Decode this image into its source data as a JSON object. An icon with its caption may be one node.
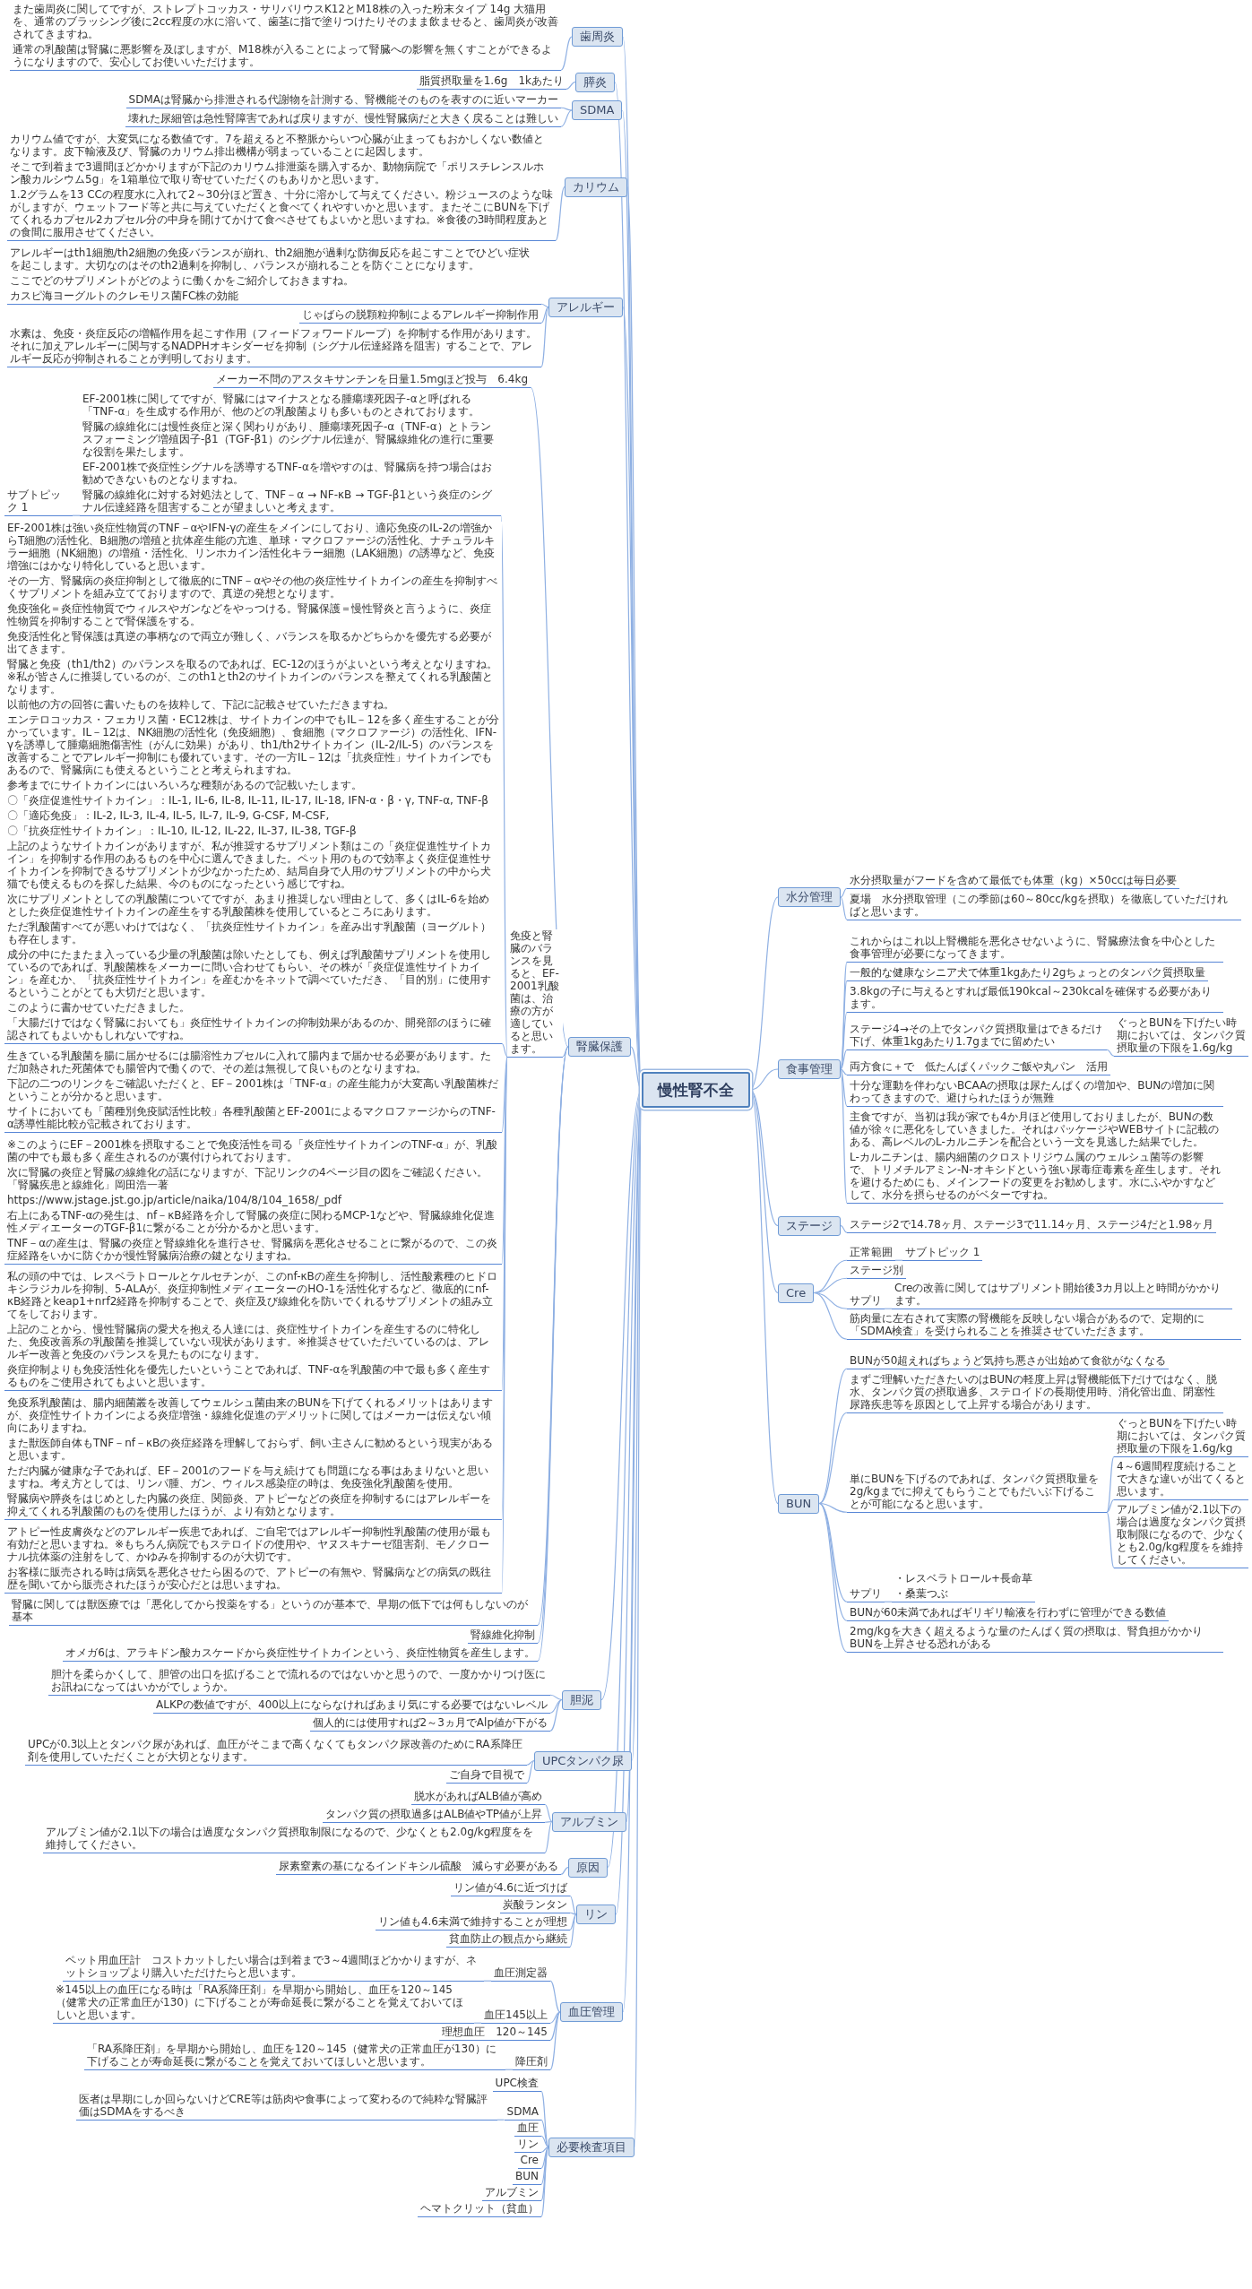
{
  "diagram": {
    "nodes": [
      {
        "text": [
          "慢性腎不全"
        ]
      },
      {
        "text": [
          "歯周炎"
        ]
      },
      {
        "text": [
          "また歯周炎に関してですが、ストレプトコッカス・サリバリウスK12とM18株の入った粉末タイプ 14g 大猫用を、通常のブラッシング後に2cc程度の水に溶いて、歯茎に指で塗りつけたりそのまま飲ませると、歯周炎が改善されてきますね。",
          "通常の乳酸菌は腎臓に悪影響を及ぼしますが、M18株が入ることによって腎臓への影響を無くすことができるようになりますので、安心してお使いいただけます。"
        ]
      },
      {
        "text": [
          "膵炎"
        ]
      },
      {
        "text": [
          "脂質摂取量を1.6g　1kあたり"
        ]
      },
      {
        "text": [
          "SDMA"
        ]
      },
      {
        "text": [
          "SDMAは腎臓から排泄される代謝物を計測する、腎機能そのものを表すのに近いマーカー"
        ]
      },
      {
        "text": [
          "壊れた尿細管は急性腎障害であれば戻りますが、慢性腎臓病だと大きく戻ることは難しい"
        ]
      },
      {
        "text": [
          "カリウム"
        ]
      },
      {
        "text": [
          "カリウム値ですが、大変気になる数値です。7を超えると不整脈からいつ心臓が止まってもおかしくない数値となります。皮下輸液及び、腎臓のカリウム排出機構が弱まっていることに起因します。",
          "そこで到着まで3週間ほどかかりますが下記のカリウム排泄薬を購入するか、動物病院で「ポリスチレンスルホン酸カルシウム5g」を1箱単位で取り寄せていただくのもありかと思います。",
          "1.2グラムを13 CCの程度水に入れて2～30分ほど置き、十分に溶かして与えてください。粉ジュースのような味がしますが、ウェットフード等と共に与えていただくと食べてくれやすいかと思います。またそこにBUNを下げてくれるカプセル2カプセル分の中身を開けてかけて食べさせてもよいかと思いますね。※食後の3時間程度あとの食間に服用させてください。"
        ]
      },
      {
        "text": [
          "アレルギー"
        ]
      },
      {
        "text": [
          "アレルギーはth1細胞/th2細胞の免疫バランスが崩れ、th2細胞が過剰な防御反応を起こすことでひどい症状を起こします。大切なのはそのth2過剰を抑制し、バランスが崩れることを防ぐことになります。",
          "ここでどのサプリメントがどのように働くかをご紹介しておきますね。",
          "カスピ海ヨーグルトのクレモリス菌FC株の効能"
        ]
      },
      {
        "text": [
          "じゃばらの脱顆粒抑制によるアレルギー抑制作用"
        ]
      },
      {
        "text": [
          "水素は、免疫・炎症反応の増幅作用を起こす作用（フィードフォワードループ）を抑制する作用があります。それに加えアレルギーに関与するNADPHオキシダーゼを抑制（シグナル伝達経路を阻害）することで、アレルギー反応が抑制されることが判明しております。"
        ]
      },
      {
        "text": [
          "腎臓保護"
        ]
      },
      {
        "text": [
          "メーカー不問のアスタキサンチンを日量1.5mgほど投与　6.4kg"
        ]
      },
      {
        "text": [
          "免疫と腎臓のバランスを見ると、EF-2001乳酸菌は、治療の方が適していると思います。"
        ]
      },
      {
        "text": [
          "EF-2001株に関してですが、腎臓にはマイナスとなる腫瘍壊死因子-αと呼ばれる「TNF-α」を生成する作用が、他のどの乳酸菌よりも多いものとされております。",
          "腎臓の線維化には慢性炎症と深く関わりがあり、腫瘍壊死因子-α（TNF-α）とトランスフォーミング増殖因子-β1（TGF-β1）のシグナル伝達が、腎臓線維化の進行に重要な役割を果たします。",
          "EF-2001株で炎症性シグナルを誘導するTNF-αを増やすのは、腎臓病を持つ場合はお勧めできないものとなりますね。",
          "腎臓の線維化に対する対処法として、TNF－α → NF-κB → TGF-β1という炎症のシグナル伝達経路を阻害することが望ましいと考えます。"
        ]
      },
      {
        "text": [
          "EF-2001株は強い炎症性物質のTNF－αやIFN-γの産生をメインにしており、適応免疫のIL-2の増強からT細胞の活性化、B細胞の増殖と抗体産生能の亢進、単球・マクロファージの活性化、ナチュラルキラー細胞（NK細胞）の増殖・活性化、リンホカイン活性化キラー細胞（LAK細胞）の誘導など、免疫増強にはかなり特化していると思います。",
          "その一方、腎臓病の炎症抑制として徹底的にTNF－αやその他の炎症性サイトカインの産生を抑制すべくサプリメントを組み立てておりますので、真逆の発想となります。",
          "免疫強化＝炎症性物質でウィルスやガンなどをやっつける。腎臓保護＝慢性腎炎と言うように、炎症性物質を抑制することで腎保護をする。",
          "免疫活性化と腎保護は真逆の事柄なので両立が難しく、バランスを取るかどちらかを優先する必要が出てきます。",
          "腎臓と免疫（th1/th2）のバランスを取るのであれば、EC-12のほうがよいという考えとなりますね。※私が皆さんに推奨しているのが、このth1とth2のサイトカインのバランスを整えてくれる乳酸菌となります。",
          "以前他の方の回答に書いたものを抜粋して、下記に記載させていただきますね。",
          "エンテロコッカス・フェカリス菌・EC12株は、サイトカインの中でもIL－12を多く産生することが分かっています。IL－12は、NK細胞の活性化（免疫細胞）、食細胞（マクロファージ）の活性化、IFN-γを誘導して腫瘍細胞傷害性（がんに効果）があり、th1/th2サイトカイン（IL-2/IL-5）のバランスを改善することでアレルギー抑制にも優れています。その一方IL－12は「抗炎症性」サイトカインでもあるので、腎臓病にも使えるということと考えられますね。",
          "参考までにサイトカインにはいろいろな種類があるので記載いたします。",
          "〇「炎症促進性サイトカイン」：IL-1, IL-6, IL-8, IL-11, IL-17, IL-18, IFN-α・β・γ, TNF-α, TNF-β",
          "〇「適応免疫」：IL-2, IL-3, IL-4, IL-5, IL-7, IL-9, G-CSF, M-CSF,",
          "〇「抗炎症性サイトカイン」：IL-10, IL-12, IL-22, IL-37, IL-38, TGF-β",
          "上記のようなサイトカインがありますが、私が推奨するサプリメント類はこの「炎症促進性サイトカイン」を抑制する作用のあるものを中心に選んできました。ペット用のもので効率よく炎症促進性サイトカインを抑制できるサプリメントが少なかったため、結局自身で人用のサプリメントの中から犬猫でも使えるものを探した結果、今のものになったという感じですね。",
          "次にサプリメントとしての乳酸菌についてですが、あまり推奨しない理由として、多くはIL-6を始めとした炎症促進性サイトカインの産生をする乳酸菌株を使用しているところにあります。",
          "ただ乳酸菌すべてが悪いわけではなく、「抗炎症性サイトカイン」を産み出す乳酸菌（ヨーグルト）も存在します。",
          "成分の中にたまたま入っている少量の乳酸菌は除いたとしても、例えば乳酸菌サプリメントを使用しているのであれば、乳酸菌株をメーカーに問い合わせてもらい、その株が「炎症促進性サイトカイン」を産むか、「抗炎症性サイトカイン」を産むかをネットで調べていただき、「目的別」に使用するということがとても大切だと思います。",
          "このように書かせていただきました。",
          "「大腸だけではなく腎臓においても」炎症性サイトカインの抑制効果があるのか、開発部のほうに確認されてもよいかもしれないですね。"
        ]
      },
      {
        "text": [
          "生きている乳酸菌を腸に届かせるには腸溶性カプセルに入れて腸内まで届かせる必要があります。ただ加熱された死菌体でも腸管内で働くので、その差は無視して良いものとなりますね。",
          "下記の二つのリンクをご確認いただくと、EF－2001株は「TNF-α」の産生能力が大変高い乳酸菌株だということが分かると思います。",
          "サイトにおいても「菌種別免疫賦活性比較」各種乳酸菌とEF-2001によるマクロファージからのTNF-α誘導性能比較が記載されております。"
        ]
      },
      {
        "text": [
          "※このようにEF－2001株を摂取することで免疫活性を司る「炎症性サイトカインのTNF-α」が、乳酸菌の中でも最も多く産生されるのが裏付けられております。",
          "次に腎臓の炎症と腎臓の線維化の話になりますが、下記リンクの4ページ目の図をご確認ください。「腎臓疾患と線維化」岡田浩一著",
          "https://www.jstage.jst.go.jp/article/naika/104/8/104_1658/_pdf",
          "右上にあるTNF-αの発生は、nf－κB経路を介して腎臓の炎症に関わるMCP-1などや、腎臓線維化促進性メディエーターのTGF-β1に繋がることが分かるかと思います。",
          "TNF－αの産生は、腎臓の炎症と腎線維化を進行させ、腎臓病を悪化させることに繋がるので、この炎症経路をいかに防ぐかが慢性腎臓病治療の鍵となりますね。"
        ]
      },
      {
        "text": [
          "私の頭の中では、レスベラトロールとケルセチンが、このnf-κBの産生を抑制し、活性酸素種のヒドロキシラジカルを抑制、5-ALAが、炎症抑制性メディエーターのHO-1を活性化するなど、徹底的にnf-κB経路とkeap1+nrf2経路を抑制することで、炎症及び線維化を防いでくれるサプリメントの組み立てをしております。",
          "上記のことから、慢性腎臓病の愛犬を抱える人達には、炎症性サイトカインを産生するのに特化した、免疫改善系の乳酸菌を推奨していない現状があります。※推奨させていただいているのは、アレルギー改善と免疫のバランスを見たものになります。",
          "炎症抑制よりも免疫活性化を優先したいということであれば、TNF-αを乳酸菌の中で最も多く産生するものをご使用されてもよいと思います。"
        ]
      },
      {
        "text": [
          "免疫系乳酸菌は、腸内細菌叢を改善してウェルシュ菌由来のBUNを下げてくれるメリットはありますが、炎症性サイトカインによる炎症増強・線維化促進のデメリットに関してはメーカーは伝えない傾向にありますね。",
          "また獣医師自体もTNF－nf－κBの炎症経路を理解しておらず、飼い主さんに勧めるという現実があると思います。",
          "ただ内臓が健康な子であれば、EF－2001のフードを与え続けても問題になる事はあまりないと思いますね。考え方としては、リンパ腫、ガン、ウィルス感染症の時は、免疫強化乳酸菌を使用。",
          "腎臓病や膵炎をはじめとした内臓の炎症、関節炎、アトピーなどの炎症を抑制するにはアレルギーを抑えてくれる乳酸菌のものを使用したほうが、より有効となります。"
        ]
      },
      {
        "text": [
          "腎臓に関しては獣医療では「悪化してから投薬をする」というのが基本で、早期の低下では何もしないのが基本"
        ]
      },
      {
        "text": [
          "腎線維化抑制"
        ]
      },
      {
        "text": [
          "オメガ6は、アラキドン酸カスケードから炎症性サイトカインという、炎症性物質を産生します。"
        ]
      },
      {
        "text": [
          "胆泥"
        ]
      },
      {
        "text": [
          "胆汁を柔らかくして、胆管の出口を拡げることで流れるのではないかと思うので、一度かかりつけ医にお訊ねになってはいかがでしょうか。"
        ]
      },
      {
        "text": [
          "ALKPの数値ですが、400以上にならなければあまり気にする必要ではないレベル"
        ]
      },
      {
        "text": [
          "個人的には使用すれば2～3ヵ月でAlp値が下がる"
        ]
      },
      {
        "text": [
          "UPCタンパク尿"
        ]
      },
      {
        "text": [
          "UPCが0.3以上とタンパク尿があれば、血圧がそこまで高くなくてもタンパク尿改善のためにRA系降圧剤を使用していただくことが大切となります。"
        ]
      },
      {
        "text": [
          "ご自身で目視で"
        ]
      },
      {
        "text": [
          "アルブミン"
        ]
      },
      {
        "text": [
          "脱水があればALB値が高め"
        ]
      },
      {
        "text": [
          "タンパク質の摂取過多はALB値やTP値が上昇"
        ]
      },
      {
        "text": [
          "アルブミン値が2.1以下の場合は過度なタンパク質摂取制限になるので、少なくとも2.0g/kg程度をを維持してください。"
        ]
      },
      {
        "text": [
          "原因"
        ]
      },
      {
        "text": [
          "尿素窒素の基になるインドキシル硫酸　減らす必要がある"
        ]
      },
      {
        "text": [
          "リン"
        ]
      },
      {
        "text": [
          "リン値が4.6に近づけば"
        ]
      },
      {
        "text": [
          "炭酸ランタン"
        ]
      },
      {
        "text": [
          "リン値も4.6未満で維持することが理想"
        ]
      },
      {
        "text": [
          "貧血防止の観点から継続"
        ]
      },
      {
        "text": [
          "血圧管理"
        ]
      },
      {
        "text": [
          "血圧測定器"
        ]
      },
      {
        "text": [
          "ペット用血圧計　コストカットしたい場合は到着まで3～4週間ほどかかりますが、ネットショップより購入いただけたらと思います。"
        ]
      },
      {
        "text": [
          "血圧145以上"
        ]
      },
      {
        "text": [
          "※145以上の血圧になる時は「RA系降圧剤」を早期から開始し、血圧を120～145（健常犬の正常血圧が130）に下げることが寿命延長に繋がることを覚えておいてほしいと思います。"
        ]
      },
      {
        "text": [
          "理想血圧　120～145"
        ]
      },
      {
        "text": [
          "降圧剤"
        ]
      },
      {
        "text": [
          "「RA系降圧剤」を早期から開始し、血圧を120～145（健常犬の正常血圧が130）に下げることが寿命延長に繋がることを覚えておいてほしいと思います。"
        ]
      },
      {
        "text": [
          "必要検査項目"
        ]
      },
      {
        "text": [
          "UPC検査"
        ]
      },
      {
        "text": [
          "SDMA"
        ]
      },
      {
        "text": [
          "医者は早期にしか回らないけどCRE等は筋肉や食事によって変わるので純粋な腎臓評価はSDMAをするべき"
        ]
      },
      {
        "text": [
          "血圧"
        ]
      },
      {
        "text": [
          "リン"
        ]
      },
      {
        "text": [
          "Cre"
        ]
      },
      {
        "text": [
          "BUN"
        ]
      },
      {
        "text": [
          "アルブミン"
        ]
      },
      {
        "text": [
          "ヘマトクリット（貧血）"
        ]
      },
      {
        "text": [
          "水分管理"
        ]
      },
      {
        "text": [
          "水分摂取量がフードを含めて最低でも体重（kg）×50ccは毎日必要"
        ]
      },
      {
        "text": [
          "夏場　水分摂取管理（この季節は60～80cc/kgを摂取）を徹底していただければと思います。"
        ]
      },
      {
        "text": [
          "食事管理"
        ]
      },
      {
        "text": [
          "これからはこれ以上腎機能を悪化させないように、腎臓療法食を中心とした食事管理が必要になってきます。"
        ]
      },
      {
        "text": [
          "一般的な健康なシニア犬で体重1kgあたり2gちょっとのタンパク質摂取量"
        ]
      },
      {
        "text": [
          "3.8kgの子に与えるとすれば最低190kcal～230kcalを確保する必要があります。"
        ]
      },
      {
        "text": [
          "ステージ4→その上でタンパク質摂取量はできるだけ下げ、体重1kgあたり1.7gまでに留めたい"
        ]
      },
      {
        "text": [
          "ぐっとBUNを下げたい時期においては、タンパク質摂取量の下限を1.6g/kg"
        ]
      },
      {
        "text": [
          "両方食に＋で　低たんぱくパックご飯や丸パン　活用"
        ]
      },
      {
        "text": [
          "十分な運動を伴わないBCAAの摂取は尿たんぱくの増加や、BUNの増加に関わってきますので、避けられたほうが無難"
        ]
      },
      {
        "text": [
          "主食ですが、当初は我が家でも4か月ほど使用しておりましたが、BUNの数値が徐々に悪化をしていきました。それはパッケージやWEBサイトに記載のある、高レベルのL-カルニチンを配合という一文を見逃した結果でした。",
          "L-カルニチンは、腸内細菌のクロストリジウム属のウェルシュ菌等の影響で、トリメチルアミン-N-オキシドという強い尿毒症毒素を産生します。それを避けるためにも、メインフードの変更をお勧めします。水にふやかすなどして、水分を摂らせるのがベターですね。"
        ]
      },
      {
        "text": [
          "ステージ"
        ]
      },
      {
        "text": [
          "ステージ2で14.78ヶ月、ステージ3で11.14ヶ月、ステージ4だと1.98ヶ月"
        ]
      },
      {
        "text": [
          "Cre"
        ]
      },
      {
        "text": [
          "正常範囲"
        ]
      },
      {
        "text": [
          "サブトピック 1"
        ]
      },
      {
        "text": [
          "ステージ別"
        ]
      },
      {
        "text": [
          "サプリ"
        ]
      },
      {
        "text": [
          "Creの改善に関してはサプリメント開始後3カ月以上と時間がかかります。"
        ]
      },
      {
        "text": [
          "筋肉量に左右されて実際の腎機能を反映しない場合があるので、定期的に「SDMA検査」を受けられることを推奨させていただきます。"
        ]
      },
      {
        "text": [
          "BUN"
        ]
      },
      {
        "text": [
          "BUNが50超えればちょうど気持ち悪さが出始めて食欲がなくなる"
        ]
      },
      {
        "text": [
          "まずご理解いただきたいのはBUNの軽度上昇は腎機能低下だけではなく、脱水、タンパク質の摂取過多、ステロイドの長期使用時、消化管出血、閉塞性尿路疾患等を原因として上昇する場合があります。"
        ]
      },
      {
        "text": [
          "単にBUNを下げるのであれば、タンパク質摂取量を2g/kgまでに抑えてもらうことでもだいぶ下げることが可能になると思います。"
        ]
      },
      {
        "text": [
          "ぐっとBUNを下げたい時期においては、タンパク質摂取量の下限を1.6g/kg"
        ]
      },
      {
        "text": [
          "4～6週間程度続けることで大きな違いが出てくると思います。"
        ]
      },
      {
        "text": [
          "アルブミン値が2.1以下の場合は過度なタンパク質摂取制限になるので、少なくとも2.0g/kg程度をを維持してください。"
        ]
      },
      {
        "text": [
          "アトピー性皮膚炎などのアレルギー疾患であれば、ご自宅ではアレルギー抑制性乳酸菌の使用が最も有効だと思いますね。※もちろん病院でもステロイドの使用や、ヤヌスキナーゼ阻害剤、モノクローナル抗体薬の注射をして、かゆみを抑制するのが大切です。",
          "お客様に販売される時は病気を悪化させたら困るので、アトピーの有無や、腎臓病などの病気の既往歴を聞いてから販売されたほうが安心だとは思いますね。"
        ]
      },
      {
        "text": [
          "サプリ"
        ]
      },
      {
        "text": [
          "・レスベラトロール+長命草",
          "・桑葉つぶ"
        ]
      },
      {
        "text": [
          "BUNが60未満であればギリギリ輸液を行わずに管理ができる数値"
        ]
      },
      {
        "text": [
          "2mg/kgを大きく超えるような量のたんぱく質の摂取は、腎負担がかかりBUNを上昇させる恐れがある"
        ]
      },
      {
        "text": [
          "サブトピック 1"
        ]
      }
    ],
    "edges": [
      {
        "from": 0,
        "to": 1,
        "arrow": "none"
      },
      {
        "from": 0,
        "to": 3,
        "arrow": "none"
      },
      {
        "from": 0,
        "to": 5,
        "arrow": "none"
      },
      {
        "from": 0,
        "to": 8,
        "arrow": "none"
      },
      {
        "from": 0,
        "to": 10,
        "arrow": "none"
      },
      {
        "from": 0,
        "to": 14,
        "arrow": "none"
      },
      {
        "from": 0,
        "to": 26,
        "arrow": "none"
      },
      {
        "from": 0,
        "to": 30,
        "arrow": "none"
      },
      {
        "from": 0,
        "to": 33,
        "arrow": "none"
      },
      {
        "from": 0,
        "to": 37,
        "arrow": "none"
      },
      {
        "from": 0,
        "to": 39,
        "arrow": "none"
      },
      {
        "from": 0,
        "to": 44,
        "arrow": "none"
      },
      {
        "from": 0,
        "to": 52,
        "arrow": "none"
      },
      {
        "from": 0,
        "to": 62,
        "arrow": "none"
      },
      {
        "from": 0,
        "to": 65,
        "arrow": "none"
      },
      {
        "from": 0,
        "to": 74,
        "arrow": "none"
      },
      {
        "from": 0,
        "to": 76,
        "arrow": "none"
      },
      {
        "from": 0,
        "to": 83,
        "arrow": "none"
      },
      {
        "from": 1,
        "to": 2,
        "arrow": "none"
      },
      {
        "from": 3,
        "to": 4,
        "arrow": "none"
      },
      {
        "from": 5,
        "to": 6,
        "arrow": "none"
      },
      {
        "from": 5,
        "to": 7,
        "arrow": "none"
      },
      {
        "from": 8,
        "to": 9,
        "arrow": "none"
      },
      {
        "from": 10,
        "to": 11,
        "arrow": "none"
      },
      {
        "from": 10,
        "to": 12,
        "arrow": "none"
      },
      {
        "from": 10,
        "to": 13,
        "arrow": "none"
      },
      {
        "from": 14,
        "to": 15,
        "arrow": "none"
      },
      {
        "from": 14,
        "to": 16,
        "arrow": "none"
      },
      {
        "from": 16,
        "to": 17,
        "arrow": "none"
      },
      {
        "from": 16,
        "to": 18,
        "arrow": "none"
      },
      {
        "from": 16,
        "to": 19,
        "arrow": "none"
      },
      {
        "from": 16,
        "to": 20,
        "arrow": "none"
      },
      {
        "from": 16,
        "to": 21,
        "arrow": "none"
      },
      {
        "from": 16,
        "to": 22,
        "arrow": "none"
      },
      {
        "from": 14,
        "to": 23,
        "arrow": "none"
      },
      {
        "from": 14,
        "to": 24,
        "arrow": "none"
      },
      {
        "from": 14,
        "to": 25,
        "arrow": "none"
      },
      {
        "from": 26,
        "to": 27,
        "arrow": "none"
      },
      {
        "from": 26,
        "to": 28,
        "arrow": "none"
      },
      {
        "from": 26,
        "to": 29,
        "arrow": "none"
      },
      {
        "from": 30,
        "to": 31,
        "arrow": "none"
      },
      {
        "from": 30,
        "to": 32,
        "arrow": "none"
      },
      {
        "from": 33,
        "to": 34,
        "arrow": "none"
      },
      {
        "from": 33,
        "to": 35,
        "arrow": "none"
      },
      {
        "from": 33,
        "to": 36,
        "arrow": "none"
      },
      {
        "from": 37,
        "to": 38,
        "arrow": "none"
      },
      {
        "from": 39,
        "to": 40,
        "arrow": "none"
      },
      {
        "from": 39,
        "to": 41,
        "arrow": "none"
      },
      {
        "from": 39,
        "to": 42,
        "arrow": "none"
      },
      {
        "from": 39,
        "to": 43,
        "arrow": "none"
      },
      {
        "from": 44,
        "to": 45,
        "arrow": "none"
      },
      {
        "from": 45,
        "to": 46,
        "arrow": "none"
      },
      {
        "from": 44,
        "to": 47,
        "arrow": "none"
      },
      {
        "from": 47,
        "to": 48,
        "arrow": "none"
      },
      {
        "from": 44,
        "to": 49,
        "arrow": "none"
      },
      {
        "from": 44,
        "to": 50,
        "arrow": "none"
      },
      {
        "from": 50,
        "to": 51,
        "arrow": "none"
      },
      {
        "from": 52,
        "to": 53,
        "arrow": "none"
      },
      {
        "from": 52,
        "to": 54,
        "arrow": "none"
      },
      {
        "from": 54,
        "to": 55,
        "arrow": "none"
      },
      {
        "from": 52,
        "to": 56,
        "arrow": "none"
      },
      {
        "from": 52,
        "to": 57,
        "arrow": "none"
      },
      {
        "from": 52,
        "to": 58,
        "arrow": "none"
      },
      {
        "from": 52,
        "to": 59,
        "arrow": "none"
      },
      {
        "from": 52,
        "to": 60,
        "arrow": "none"
      },
      {
        "from": 52,
        "to": 61,
        "arrow": "none"
      },
      {
        "from": 62,
        "to": 63,
        "arrow": "none"
      },
      {
        "from": 62,
        "to": 64,
        "arrow": "none"
      },
      {
        "from": 65,
        "to": 66,
        "arrow": "none"
      },
      {
        "from": 65,
        "to": 67,
        "arrow": "none"
      },
      {
        "from": 65,
        "to": 68,
        "arrow": "none"
      },
      {
        "from": 65,
        "to": 69,
        "arrow": "none"
      },
      {
        "from": 69,
        "to": 70,
        "arrow": "none"
      },
      {
        "from": 65,
        "to": 71,
        "arrow": "none"
      },
      {
        "from": 65,
        "to": 72,
        "arrow": "none"
      },
      {
        "from": 65,
        "to": 73,
        "arrow": "none"
      },
      {
        "from": 74,
        "to": 75,
        "arrow": "none"
      },
      {
        "from": 76,
        "to": 77,
        "arrow": "none"
      },
      {
        "from": 77,
        "to": 78,
        "arrow": "none"
      },
      {
        "from": 76,
        "to": 79,
        "arrow": "none"
      },
      {
        "from": 76,
        "to": 80,
        "arrow": "none"
      },
      {
        "from": 80,
        "to": 81,
        "arrow": "none"
      },
      {
        "from": 76,
        "to": 82,
        "arrow": "none"
      },
      {
        "from": 83,
        "to": 84,
        "arrow": "none"
      },
      {
        "from": 83,
        "to": 85,
        "arrow": "none"
      },
      {
        "from": 83,
        "to": 86,
        "arrow": "none"
      },
      {
        "from": 86,
        "to": 87,
        "arrow": "none"
      },
      {
        "from": 86,
        "to": 88,
        "arrow": "none"
      },
      {
        "from": 86,
        "to": 89,
        "arrow": "none"
      },
      {
        "from": 16,
        "to": 90,
        "arrow": "none"
      },
      {
        "from": 83,
        "to": 91,
        "arrow": "none"
      },
      {
        "from": 91,
        "to": 92,
        "arrow": "none"
      },
      {
        "from": 83,
        "to": 93,
        "arrow": "none"
      },
      {
        "from": 83,
        "to": 94,
        "arrow": "none"
      },
      {
        "from": 17,
        "to": 95,
        "arrow": "none"
      }
    ]
  }
}
